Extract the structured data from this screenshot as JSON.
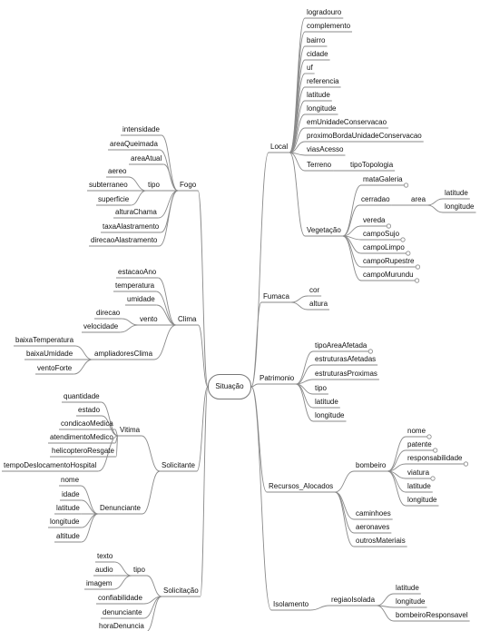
{
  "root": "Situação",
  "branches": {
    "fogo": {
      "label": "Fogo",
      "children": [
        "intensidade",
        "areaQueimada",
        "areaAtual",
        "tipo",
        "alturaChama",
        "taxaAlastramento",
        "direcaoAlastramento"
      ],
      "tipo_children": [
        "aereo",
        "subterraneo",
        "superficie"
      ]
    },
    "clima": {
      "label": "Clima",
      "children": [
        "estacaoAno",
        "temperatura",
        "umidade",
        "vento",
        "ampliadoresClima"
      ],
      "vento_children": [
        "direcao",
        "velocidade"
      ],
      "ampliadores_children": [
        "baixaTemperatura",
        "baixaUmidade",
        "ventoForte"
      ]
    },
    "solicitante": {
      "label": "Solicitante",
      "children": [
        "Vitima",
        "Denunciante"
      ],
      "vitima_children": [
        "quantidade",
        "estado",
        "condicaoMedica",
        "atendimentoMedico",
        "helicopteroResgate",
        "tempoDeslocamentoHospital"
      ],
      "denunciante_children": [
        "nome",
        "idade",
        "latitude",
        "longitude",
        "altitude"
      ]
    },
    "solicitacao": {
      "label": "Solicitação",
      "children": [
        "tipo",
        "confiabilidade",
        "denunciante",
        "horaDenuncia"
      ],
      "tipo_children": [
        "texto",
        "audio",
        "imagem"
      ]
    },
    "local": {
      "label": "Local",
      "children": [
        "logradouro",
        "complemento",
        "bairro",
        "cidade",
        "uf",
        "referencia",
        "latitude",
        "longitude",
        "emUnidadeConservacao",
        "proximoBordaUnidadeConservacao",
        "viasAcesso",
        "Terreno",
        "Vegetação"
      ],
      "terreno_children": [
        "tipoTopologia"
      ],
      "vegetacao_children": [
        "mataGaleria",
        "cerradao",
        "vereda",
        "campoSujo",
        "campoLimpo",
        "campoRupestre",
        "campoMurundu"
      ],
      "cerradao_children": [
        "area"
      ],
      "area_children": [
        "latitude",
        "longitude"
      ]
    },
    "fumaca": {
      "label": "Fumaca",
      "children": [
        "cor",
        "altura"
      ]
    },
    "patrimonio": {
      "label": "Patrimonio",
      "children": [
        "tipoAreaAfetada",
        "estruturasAfetadas",
        "estruturasProximas",
        "tipo",
        "latitude",
        "longitude"
      ]
    },
    "recursos": {
      "label": "Recursos_Alocados",
      "children": [
        "bombeiro",
        "caminhoes",
        "aeronaves",
        "outrosMateriais"
      ],
      "bombeiro_children": [
        "nome",
        "patente",
        "responsabilidade",
        "viatura",
        "latitude",
        "longitude"
      ]
    },
    "isolamento": {
      "label": "Isolamento",
      "children": [
        "regiaoIsolada"
      ],
      "regiao_children": [
        "latitude",
        "longitude",
        "bombeiroResponsavel"
      ]
    }
  },
  "colors": {
    "edge": "#8a8a8a",
    "text": "#111111",
    "collapsed_dot": "#888888"
  }
}
